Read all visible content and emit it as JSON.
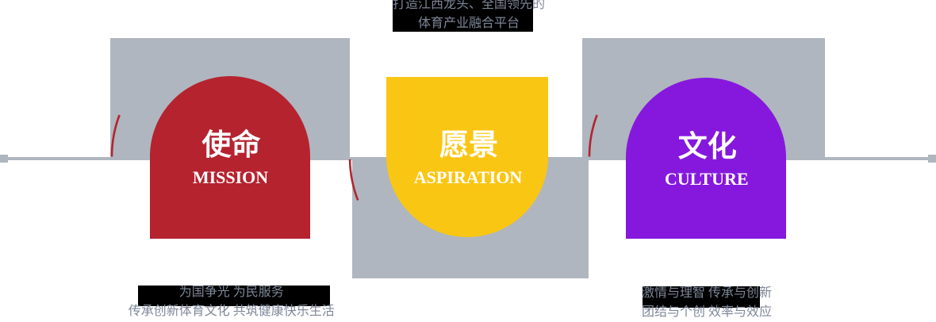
{
  "slide": {
    "type": "corporate-values-diagram",
    "background": "#ffffff",
    "connector_line_color": "#afb6bf",
    "backdrop_color": "#afb6bf",
    "highlight_box_color": "#000000",
    "note_text_color": "#7d8798",
    "title_text_color": "#ffffff",
    "accent_arc_color": "#b5232f"
  },
  "cards": [
    {
      "id": "mission",
      "title_zh": "使命",
      "title_en": "MISSION",
      "color": "#b5232f",
      "orientation": "arch-up",
      "note_line1": "为国争光 为民服务",
      "note_line2": "传承创新体育文化 共筑健康快乐生活",
      "note_position": "bottom"
    },
    {
      "id": "aspiration",
      "title_zh": "愿景",
      "title_en": "ASPIRATION",
      "color": "#fac614",
      "orientation": "arch-down",
      "note_line1": "打造江西龙头、全国领先的",
      "note_line2": "体育产业融合平台",
      "note_position": "top"
    },
    {
      "id": "culture",
      "title_zh": "文化",
      "title_en": "CULTURE",
      "color": "#8618de",
      "orientation": "arch-up",
      "note_line1": "激情与理智 传承与创新",
      "note_line2": "团结与个创 效率与效应",
      "note_position": "bottom"
    }
  ]
}
